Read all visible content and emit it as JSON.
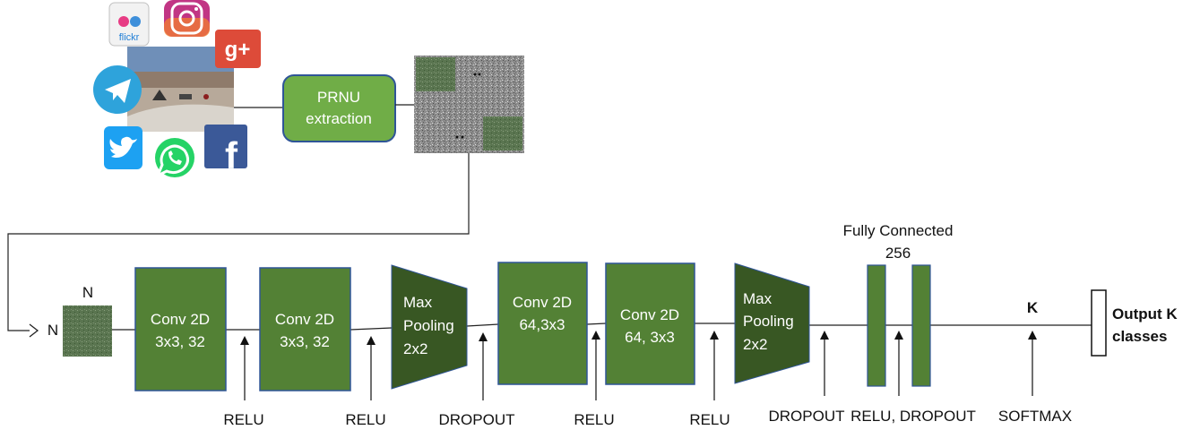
{
  "sources": {
    "icons": [
      "flickr-icon",
      "instagram-icon",
      "google-plus-icon",
      "telegram-icon",
      "twitter-icon",
      "whatsapp-icon",
      "facebook-icon"
    ],
    "flickr_text": "flickr",
    "gplus_text": "g+",
    "facebook_text": "f"
  },
  "prnu": {
    "line1": "PRNU",
    "line2": "extraction"
  },
  "input": {
    "dim_top": "N",
    "dim_left": "N"
  },
  "layers": {
    "conv1": {
      "line1": "Conv 2D",
      "line2": "3x3, 32"
    },
    "conv2": {
      "line1": "Conv 2D",
      "line2": "3x3, 32"
    },
    "pool1": {
      "line1": "Max",
      "line2": "Pooling",
      "line3": "2x2"
    },
    "conv3": {
      "line1": "Conv 2D",
      "line2": "64,3x3"
    },
    "conv4": {
      "line1": "Conv 2D",
      "line2": "64, 3x3"
    },
    "pool2": {
      "line1": "Max",
      "line2": "Pooling",
      "line3": "2x2"
    },
    "fc": {
      "line1": "Fully Connected",
      "line2": "256"
    },
    "k_label": "K",
    "output": {
      "line1": "Output K",
      "line2": "classes"
    }
  },
  "annotations": {
    "relu1": "RELU",
    "relu2": "RELU",
    "dropout1": "DROPOUT",
    "relu3": "RELU",
    "relu4": "RELU",
    "dropout2": "DROPOUT",
    "relu_dropout": "RELU, DROPOUT",
    "softmax": "SOFTMAX"
  },
  "colors": {
    "conv": "#538135",
    "conv_border": "#2F5597",
    "pool": "#385723",
    "prnu": "#70AD47",
    "prnu_border": "#2F5597",
    "line": "#222222"
  }
}
